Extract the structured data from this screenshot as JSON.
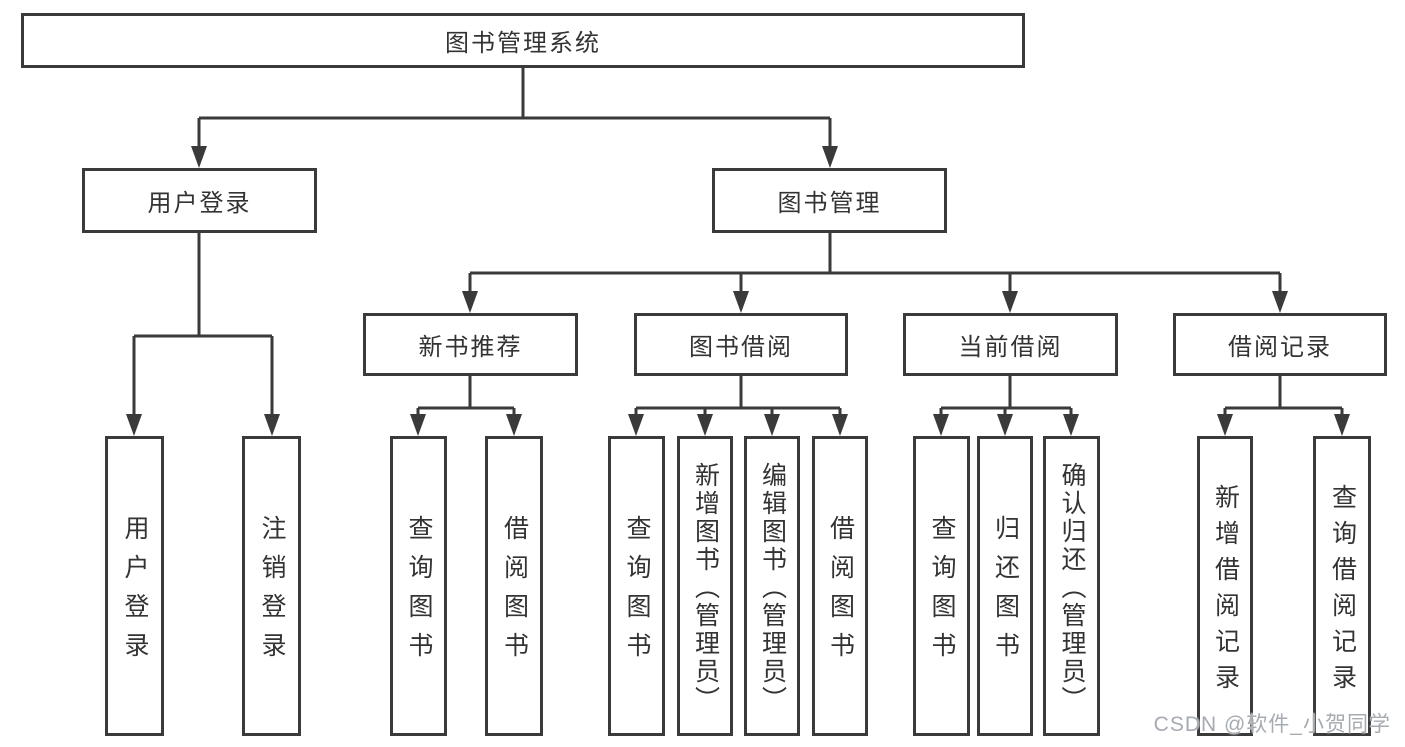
{
  "diagram": {
    "root": "图书管理系统",
    "level2": {
      "login": "用户登录",
      "manage": "图书管理"
    },
    "level3": {
      "newbook": "新书推荐",
      "borrow": "图书借阅",
      "current": "当前借阅",
      "records": "借阅记录"
    },
    "login_children": [
      "用户登录",
      "注销登录"
    ],
    "newbook_children": [
      "查询图书",
      "借阅图书"
    ],
    "borrow_children": [
      "查询图书",
      "新增图书（管理员）",
      "编辑图书（管理员）",
      "借阅图书"
    ],
    "current_children": [
      "查询图书",
      "归还图书",
      "确认归还（管理员）"
    ],
    "records_children": [
      "新增借阅记录",
      "查询借阅记录"
    ]
  },
  "watermark": {
    "text": "CSDN @软件_小贺同学"
  },
  "colors": {
    "line": "#3a3a3a",
    "box_border": "#3a3a3a",
    "text": "#333333",
    "watermark": "#a6abb1",
    "background": "#ffffff"
  }
}
